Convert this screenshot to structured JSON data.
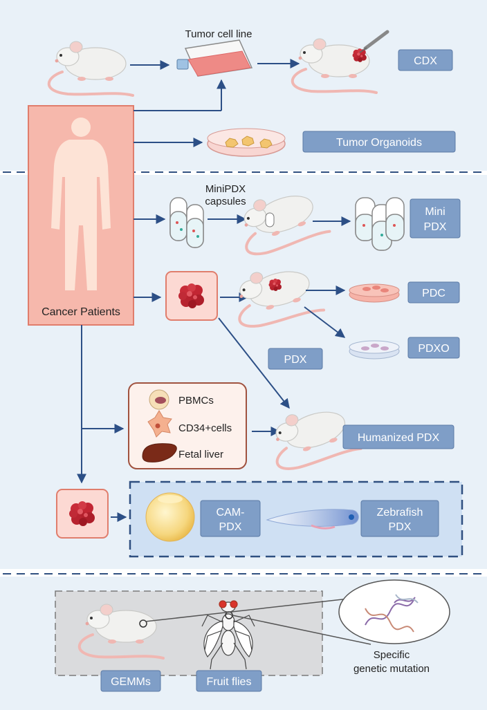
{
  "top_labels": {
    "tumor_cell_line": "Tumor cell line",
    "cdx": "CDX",
    "tumor_organoids": "Tumor Organoids"
  },
  "patient": {
    "label": "Cancer Patients"
  },
  "middle_labels": {
    "minipdx_capsules_line1": "MiniPDX",
    "minipdx_capsules_line2": "capsules",
    "mini_pdx_line1": "Mini",
    "mini_pdx_line2": "PDX",
    "pdc": "PDC",
    "pdxo": "PDXO",
    "pdx": "PDX",
    "pbmcs": "PBMCs",
    "cd34_cells": "CD34+cells",
    "fetal_liver": "Fetal liver",
    "humanized_pdx": "Humanized PDX",
    "cam_pdx_line1": "CAM-",
    "cam_pdx_line2": "PDX",
    "zebrafish_pdx_line1": "Zebrafish",
    "zebrafish_pdx_line2": "PDX"
  },
  "bottom_labels": {
    "gemms": "GEMMs",
    "fruit_flies": "Fruit flies",
    "specific_line1": "Specific",
    "specific_line2": "genetic mutation"
  },
  "colors": {
    "panel_bg": "#e9f1f8",
    "tag_fill": "#7f9ec7",
    "tag_stroke": "#5b7aa6",
    "arrow": "#2c4f86",
    "dash": "#2f4f80",
    "patient_box": "#f1a89a",
    "tumor": "#b3202c",
    "cam_box": "#cfe0f3"
  }
}
